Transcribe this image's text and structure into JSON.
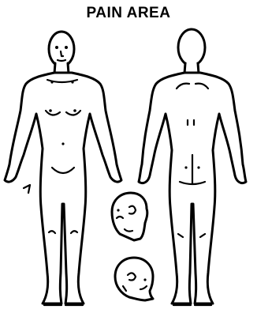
{
  "document": {
    "title": "PAIN AREA"
  },
  "figures": [
    {
      "view": "front-body"
    },
    {
      "view": "back-body"
    },
    {
      "view": "head-left-side"
    },
    {
      "view": "head-right-side"
    }
  ]
}
